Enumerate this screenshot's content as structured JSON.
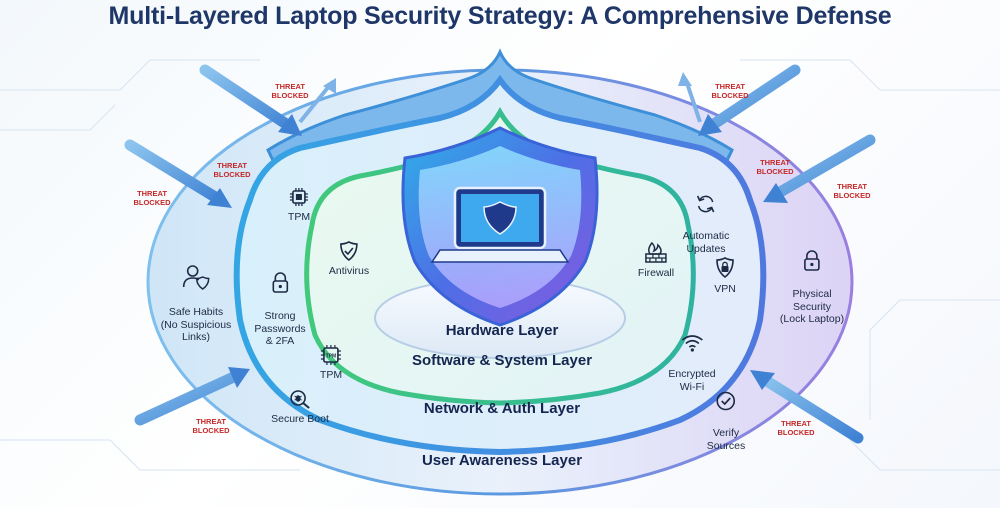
{
  "title": "Multi-Layered Laptop Security Strategy: A Comprehensive Defense",
  "layers": {
    "hardware": "Hardware Layer",
    "software": "Software & System Layer",
    "network": "Network & Auth Layer",
    "user": "User Awareness Layer"
  },
  "items": {
    "tpm_top": "TPM",
    "antivirus": "Antivirus",
    "strong_passwords": "Strong\nPasswords\n& 2FA",
    "tpm_bottom": "TPM",
    "secure_boot": "Secure Boot",
    "safe_habits": "Safe Habits\n(No Suspicious\nLinks)",
    "automatic_updates": "Automatic\nUpdates",
    "firewall": "Firewall",
    "vpn": "VPN",
    "encrypted_wifi": "Encrypted\nWi-Fi",
    "verify_sources": "Verify\nSources",
    "physical_security": "Physical\nSecurity\n(Lock Laptop)",
    "chip_text": "TPM"
  },
  "threat_label": "THREAT\nBLOCKED",
  "colors": {
    "title": "#1f3768",
    "threat": "#c62828",
    "outer_ring": "#b9d6ef",
    "network_ring": "#5aa8e6",
    "software_ring": "#3ec77a",
    "hardware_shield": "#4b7de8",
    "arrow": "#4a8fd6"
  }
}
